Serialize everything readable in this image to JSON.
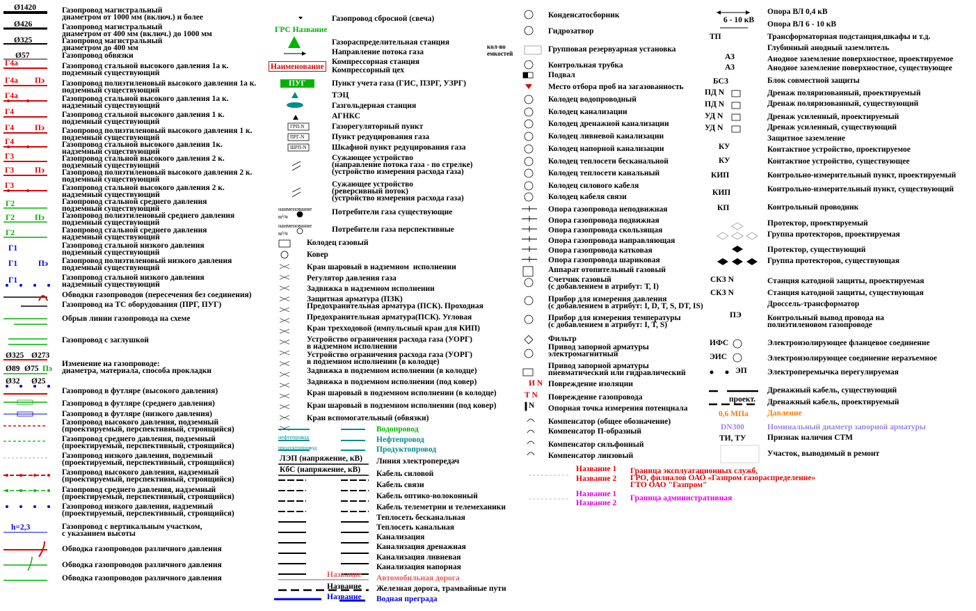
{
  "colors": {
    "red": "#e00000",
    "green": "#00b400",
    "blue": "#0000e0",
    "teal": "#008c8c",
    "magenta": "#e000e0",
    "orange": "#ff7a00",
    "violet": "#9a86e0",
    "pink": "#e25b5b",
    "black": "#000000"
  },
  "col1": {
    "codes": {
      "d1420": "Ø1420",
      "d426": "Ø426",
      "d325": "Ø325",
      "d57": "Ø57",
      "g4a": "Г4а",
      "g4": "Г4",
      "g3": "Г3",
      "g2": "Г2",
      "g1": "Г1",
      "pe": "Пэ",
      "chg_a1": "Ø325",
      "chg_a2": "Ø273",
      "chg_b1": "Ø89",
      "chg_b2": "Ø75",
      "chg_c1": "Ø32",
      "chg_c2": "Ø25",
      "height": "h=2,3"
    },
    "items": [
      "Газопровод магистральный\nдиаметром от 1000 мм (включ.) и более",
      "Газопровод магистральный\nдиаметром от 400 мм (включ.) до 1000 мм",
      "Газопровод магистральный\nдиаметром до 400 мм",
      "Газопровод обвязки",
      "Газопровод стальной высокого давления 1а к.\nподземный существующий",
      "Газопровод полиэтиленовый высокого давления 1а к.\nподземный существующий",
      "Газопровод стальной высокого давления 1а к.\nнадземный существующий",
      "Газопровод стальной высокого давления 1 к.\nподземный существующий",
      "Газопровод полиэтиленовый высокого давления 1 к.\nподземный существующий",
      "Газопровод стальной высокого давления 1к.\nнадземный существующий",
      "Газопровод стальной высокого давления 2 к.\nподземный существующий",
      "Газопровод полиэтиленовый высокого давления 2 к.\nподземный существующий",
      "Газопровод стальной высокого давления 2 к.\nнадземный существующий",
      "Газопровод стальной среднего давления\nподземный существующий",
      "Газопровод полиэтиленовый среднего давления\nподземный существующий",
      "Газопровод стальной среднего давления\nнадземный существующий",
      "Газопровод стальной низкого давления\nподземный существующий",
      "Газопровод полиэтиленовый низкого давления\nподземный существующий",
      "Газопровод стальной низкого давления\nнадземный существующий",
      "Обводки газопроводов (пересечения без соединения)",
      "Газопровод на ТС оборудования (ПРГ, ПУГ)",
      "Обрыв линии газопровода на схеме",
      "Газопровод с заглушкой",
      "Изменение на газопроводе:\nдиаметра, материала, способа прокладки",
      "Газопровод в футляре (высокого давления)",
      "Газопровод в футляре (среднего давления)",
      "Газопровод в футляре (низкого давления)",
      "Газопровод высокого давления, подземный\n(проектируемый, перспективный, строящийся)",
      "Газопровод среднего давления, подземный\n(проектируемый, перспективный, строящийся)",
      "Газопровод низкого давления, подземный\n(проектируемый, перспективный, строящийся)",
      "Газопровод высокого давления, надземный\n(проектируемый, перспективный, строящийся)",
      "Газопровод среднего давления, надземный\n(проектируемый, перспективный, строящийся)",
      "Газопровод низкого давления, надземный\n(проектируемый, перспективный, строящийся)",
      "Газопровод с вертикальным участком,\nс указанием высоты",
      "Обводка газопроводов различного давления",
      "Обводка газопроводов различного давления",
      "Обводка газопроводов различного давления"
    ]
  },
  "col2": {
    "grs_label": "ГРС Название",
    "compressor_label": "Наименование",
    "pug_label": "ПУГ",
    "consumer_label": "наименование",
    "consumer_unit": "м³/ч",
    "grp_tags": [
      "ГРП-N",
      "ПРГ-N",
      "ШРП-N"
    ],
    "network_labels": [
      "нефтепровод",
      "продуктопровод"
    ],
    "line_tags": [
      "ЛЭП (напряжение, кВ)",
      "КбС (напряжение, кВ)"
    ],
    "road_labels": [
      "Название",
      "Название",
      "Название"
    ],
    "items": [
      "Газопровод сбросной (свеча)",
      "Газораспределительная станция",
      "Направление потока газа",
      "Компрессорная станция",
      "Компрессорный цех",
      "Пункт учета газа (ГИС, ПЗРГ, УЗРГ)",
      "ТЭЦ",
      "Газгольдерная станция",
      "АГНКС",
      "Газорегуляторный пункт",
      "Пункт редуцирования газа",
      "Шкафной пункт редуцирования газа",
      "Сужающее устройство\n(направление потока газа - по стрелке)\n(устройство измерения расхода газа)",
      "Сужающее устройство\n(реверсивный поток)\n(устройство измерения расхода газа)",
      "Потребители газа существующие",
      "Потребители газа перспективные",
      "Колодец газовый",
      "Ковер",
      "Кран шаровый в надземном  исполнении",
      "Регулятор давления газа",
      "Задвижка в надземном исполнении",
      "Защитная арматура (ПЗК)",
      "Предохранительная арматура (ПСК). Проходная",
      "Предохранительная арматура(ПСК). Угловая",
      "Кран трехходовой (импульсный кран для КИП)",
      "Устройство ограничения расхода газа (УОРГ)\nв надземном исполнении",
      "Устройство ограничения расхода газа (УОРГ)\nв подземном исполнении (в колодце)",
      "Задвижка в подземном исполнении (в колодце)",
      "Задвижка в подземном исполнении (под ковер)",
      "Кран шаровый в подземном исполнении (в колодце)",
      "Кран шаровый в подземном исполнении (под ковер)",
      "Кран вспомогательный (обвязки)",
      "Водопровод",
      "Нефтепровод",
      "Продуктопровод",
      "Линия электропередач",
      "Кабель силовой",
      "Кабель связи",
      "Кабель оптико-волоконный",
      "Кабель телеметрии и телемеханики",
      "Теплосеть бесканальная",
      "Теплосеть канальная",
      "Канализация",
      "Канализация дренажная",
      "Канализация ливневая",
      "Канализация напорная",
      "Автомобильная дорога",
      "Железная дорога, трамвайные пути",
      "Водная преграда"
    ]
  },
  "col3": {
    "tank_label": "кол-во\nемкостей",
    "damage_tags": [
      "И N",
      "Т N",
      "N"
    ],
    "boundary_names": [
      "Название 1",
      "Название 2",
      "Название 1",
      "Название 2"
    ],
    "items": [
      "Конденсатосборник",
      "Гидрозатвор",
      "Групповая резервуарная установка",
      "Контрольная трубка",
      "Подвал",
      "Место отбора проб на загазованность",
      "Колодец водопроводный",
      "Колодец канализации",
      "Колодец дренажной канализации",
      "Колодец ливневой канализации",
      "Колодец напорной канализации",
      "Колодец теплосети бесканальной",
      "Колодец теплосети канальный",
      "Колодец силового кабеля",
      "Колодец кабеля связи",
      "Опора газопровода неподвижная",
      "Опора газопровода подвижная",
      "Опора газопровода скользящая",
      "Опора газопровода направляющая",
      "Опора газопровода катковая",
      "Опора газопровода шариковая",
      "Аппарат отопительный газовый",
      "Счетчик газовый\n(с добавлением в атрибут: Т, I)",
      "Прибор для измерения давления\n(с добавлением в атрибут: I, D, T, S, DT, IS)",
      "Прибор для измерения температуры\n(с добавлением в атрибут: I, T, S)",
      "Фильтр",
      "Привод запорной арматуры\nэлектромагнитный",
      "Привод запорной арматуры\nпневматический или гидравлический",
      "Повреждение изоляции",
      "Повреждение газопровода",
      "Опорная точка измерения потенциала",
      "Компенсатор (общее обозначение)",
      "Компенсатор П-образный",
      "Компенсатор сильфонный",
      "Компенсатор линзовый"
    ],
    "boundary_items": [
      "Граница эксплуатационных служб,\nГРО, филиалов ОАО «Газпром газораспределение»\nГТО ОАО \"Газпром\"",
      "Граница административная"
    ]
  },
  "col4": {
    "tags": {
      "span": "6 - 10 кВ",
      "tp": "ТП",
      "a3a": "АЗ",
      "a3b": "АЗ",
      "bsz": "БСЗ",
      "pdn1": "ПД N",
      "pdn2": "ПД N",
      "udn1": "УД N",
      "udn2": "УД N",
      "ku1": "КУ",
      "ku2": "КУ",
      "kip1": "КИП",
      "kip2": "КИП",
      "kp": "КП",
      "skz1": "СКЗ N",
      "skz2": "СКЗ N",
      "pe": "ПЭ",
      "ifs": "ИФС",
      "eis": "ЭИС",
      "ep": "ЭП",
      "proekt": "проект.",
      "pressure": "0,6 МПа",
      "dn": "DN300",
      "stm": "ТИ, ТУ"
    },
    "items": [
      "Опора ВЛ 0,4 кВ",
      "Опора ВЛ 6 - 10 кВ",
      "Трансформаторная подстанция,шкафы и т.д.",
      "Глубинный анодный заземлитель",
      "Анодное заземление поверхностное, проектируемое",
      "Анодное заземление поверхностное, существующее",
      "Блок совместной защиты",
      "Дренаж поляризованный, проектируемый",
      "Дренаж поляризованный, существующий",
      "Дренаж усиленный, проектируемый",
      "Дренаж усиленный, существующий",
      "Защитное заземление",
      "Контактное устройство, проектируемое",
      "Контактное устройство, существующее",
      "Контрольно-измерительный пункт, проектируемый",
      "Контрольно-измерительный пункт, существующий",
      "Контрольный проводник",
      "Протектор, проектируемый",
      "Группа протекторов, проектируемая",
      "Протектор, существующий",
      "Группа протекторов, существующая",
      "Станция катодной защиты, проектируемая",
      "Станция катодной защиты, существующая",
      "Дроссель-трансформатор",
      "Контрольный вывод провода на\nполиэтиленовом газопроводе",
      "Электроизолирующее фланцевое соединение",
      "Электроизолирующее соединение неразъемное",
      "Электроперемычка перегулируемая",
      "Дренажный кабель, существующий",
      "Дренажный кабель, проектируемый",
      "Давление",
      "Номинальный диаметр запорной арматуры",
      "Признак наличия СТМ",
      "Участок, выводимый в ремонт"
    ]
  }
}
